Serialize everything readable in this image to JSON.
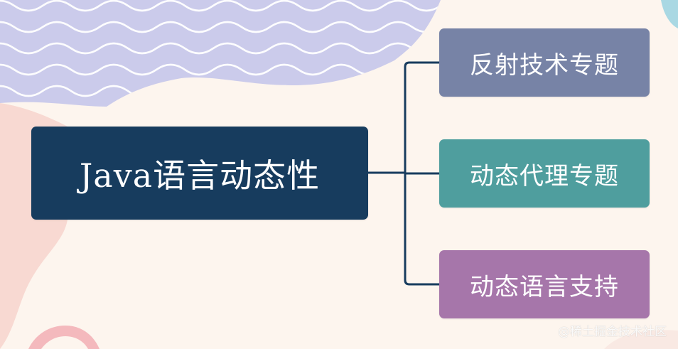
{
  "diagram": {
    "root": {
      "label": "Java语言动态性",
      "color": "#173c5e"
    },
    "branches": [
      {
        "label": "反射技术专题",
        "color": "#7783a6"
      },
      {
        "label": "动态代理专题",
        "color": "#4f9e9e"
      },
      {
        "label": "动态语言支持",
        "color": "#a676aa"
      }
    ],
    "connector_color": "#173c5e"
  },
  "background": {
    "base_color": "#fdf5ee",
    "wave_color": "#cbcbeb",
    "blush_color": "#f8d9d2",
    "accent_blue": "#a9d8e3"
  },
  "watermark": "@稀土掘金技术社区"
}
